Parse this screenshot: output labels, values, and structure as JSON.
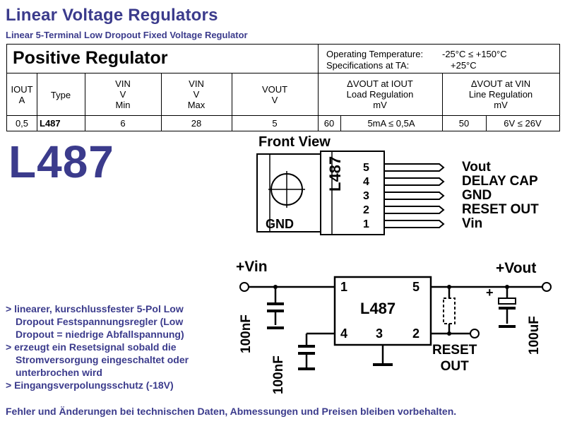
{
  "header": {
    "title": "Linear Voltage Regulators",
    "subtitle": "Linear 5-Terminal Low Dropout Fixed Voltage Regulator"
  },
  "spec_table": {
    "heading": "Positive Regulator",
    "operating_temperature_label": "Operating Temperature:",
    "operating_temperature_value": "-25°C ≤ +150°C",
    "specifications_label": "Specifications at TA:",
    "specifications_value": "+25°C",
    "columns": {
      "iout": {
        "top": "IOUT",
        "unit": "A"
      },
      "type": {
        "top": "Type"
      },
      "vin_min": {
        "top": "VIN",
        "unit": "V",
        "sub": "Min"
      },
      "vin_max": {
        "top": "VIN",
        "unit": "V",
        "sub": "Max"
      },
      "vout": {
        "top": "VOUT",
        "unit": "V"
      },
      "load_reg": {
        "top": "ΔVOUT at IOUT",
        "mid": "Load Regulation",
        "unit": "mV"
      },
      "line_reg": {
        "top": "ΔVOUT at VIN",
        "mid": "Line Regulation",
        "unit": "mV"
      }
    },
    "row": {
      "iout": "0,5",
      "type": "L487",
      "vin_min": "6",
      "vin_max": "28",
      "vout": "5",
      "load_reg_value": "60",
      "load_reg_condition": "5mA ≤ 0,5A",
      "line_reg_value": "50",
      "line_reg_condition": "6V ≤ 26V"
    }
  },
  "part_number": "L487",
  "front_view": {
    "title": "Front View",
    "package_label": "L487",
    "tab_label": "GND",
    "pin_numbers": [
      "5",
      "4",
      "3",
      "2",
      "1"
    ],
    "pin_names": [
      "Vout",
      "DELAY CAP",
      "GND",
      "RESET OUT",
      "Vin"
    ]
  },
  "schematic": {
    "vin_label": "+Vin",
    "vout_label": "+Vout",
    "ic_label": "L487",
    "pin1": "1",
    "pin2": "2",
    "pin3": "3",
    "pin4": "4",
    "pin5": "5",
    "cap_in_label": "100nF",
    "cap_delay_label": "100nF",
    "cap_out_label": "100uF",
    "plus_sign": "+",
    "reset_label_1": "RESET",
    "reset_label_2": "OUT"
  },
  "features": [
    "> linearer, kurschlussfester 5-Pol Low",
    "   Dropout Festspannungsregler (Low",
    "   Dropout = niedrige Abfallspannung)",
    "> erzeugt ein Resetsignal sobald die",
    "   Stromversorgung eingeschaltet oder",
    "   unterbrochen wird",
    "> Eingangsverpolungsschutz (-18V)"
  ],
  "footer": "Fehler und Änderungen bei technischen Daten, Abmessungen und Preisen bleiben vorbehalten.",
  "colors": {
    "accent": "#3b3b8c",
    "line": "#000000",
    "background": "#ffffff"
  }
}
